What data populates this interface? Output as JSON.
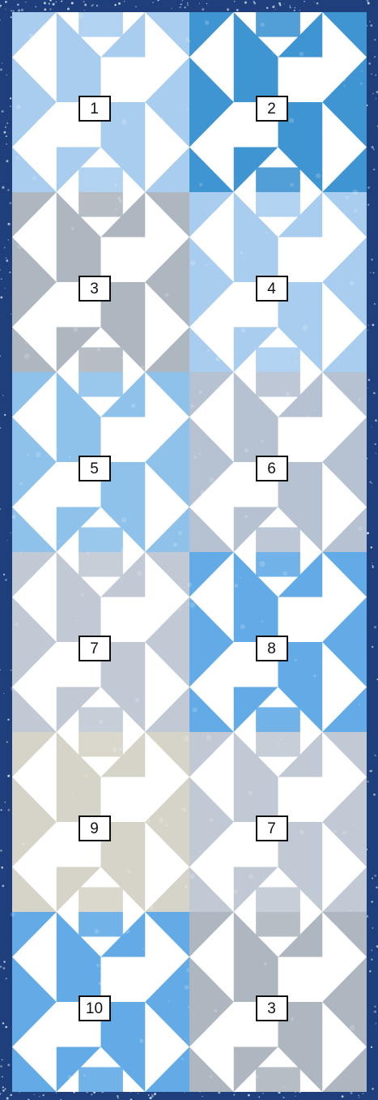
{
  "blocks": [
    {
      "label": "1",
      "fabric": "clouds"
    },
    {
      "label": "2",
      "fabric": "snowflake-dark"
    },
    {
      "label": "3",
      "fabric": "snow-trees"
    },
    {
      "label": "4",
      "fabric": "clouds"
    },
    {
      "label": "5",
      "fabric": "snowflake-light"
    },
    {
      "label": "6",
      "fabric": "sunset-clouds"
    },
    {
      "label": "7",
      "fabric": "snow-mountain"
    },
    {
      "label": "8",
      "fabric": "clouds-bright"
    },
    {
      "label": "9",
      "fabric": "sunrise"
    },
    {
      "label": "7",
      "fabric": "snow-mountain"
    },
    {
      "label": "10",
      "fabric": "clouds-bright"
    },
    {
      "label": "3",
      "fabric": "snow-trees"
    }
  ],
  "colors": {
    "border": "#1f3f7c",
    "background": "#ffffff",
    "clouds": "#a9cdee",
    "snowflake-dark": "#3f94d2",
    "snowflake-light": "#8ec2ea",
    "snow-trees": "#aeb6bf",
    "sunset-clouds": "#b6c1d2",
    "snow-mountain": "#c0c9d4",
    "clouds-bright": "#62abe6",
    "sunrise": "#d6d3c8"
  }
}
